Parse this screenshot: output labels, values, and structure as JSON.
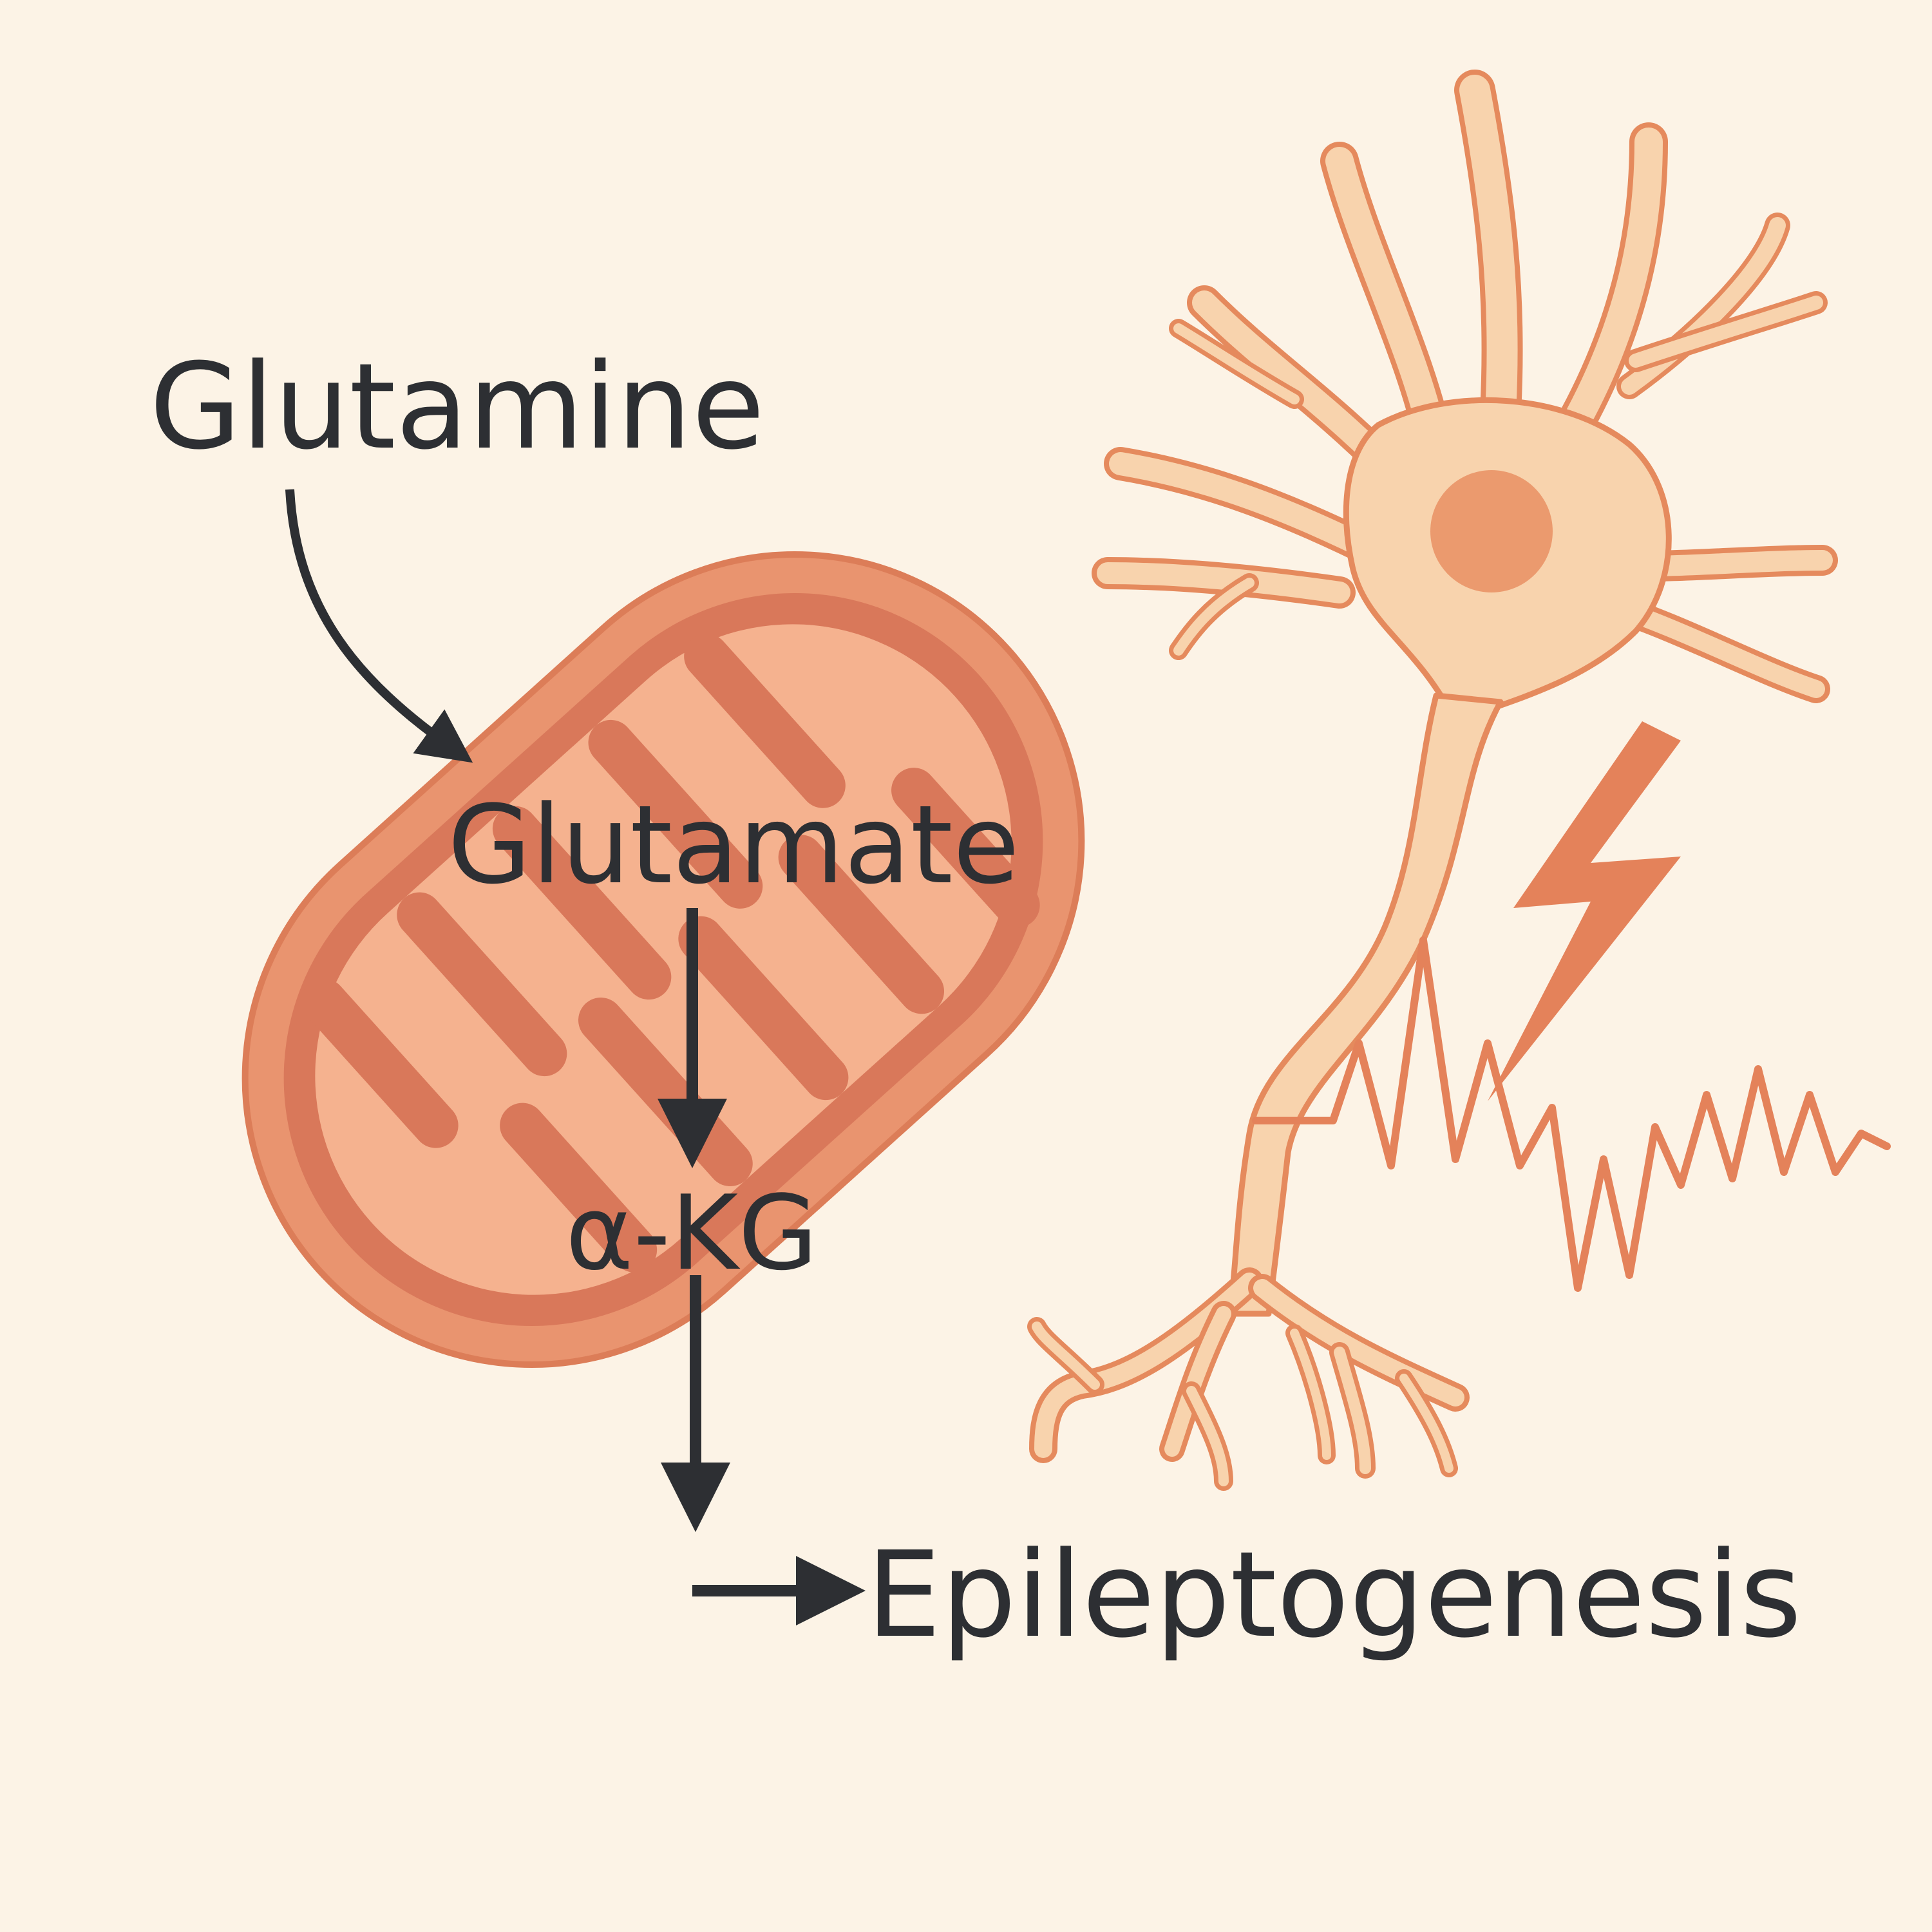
{
  "labels": {
    "glutamine": "Glutamine",
    "glutamate": "Glutamate",
    "alpha_kg": "α-KG",
    "epileptogenesis": "Epileptogenesis"
  },
  "colors": {
    "background": "#fcf3e6",
    "mito_outer": "#e9946f",
    "mito_inner": "#f5b28f",
    "mito_cristae": "#d9785a",
    "neuron_fill": "#f8d3ad",
    "neuron_stroke": "#e58a5d",
    "nucleus": "#eb9a6e",
    "arrow": "#2d2f33"
  },
  "icons": [
    "mitochondrion-icon",
    "neuron-icon",
    "lightning-bolt-icon",
    "eeg-spike-trace-icon"
  ]
}
